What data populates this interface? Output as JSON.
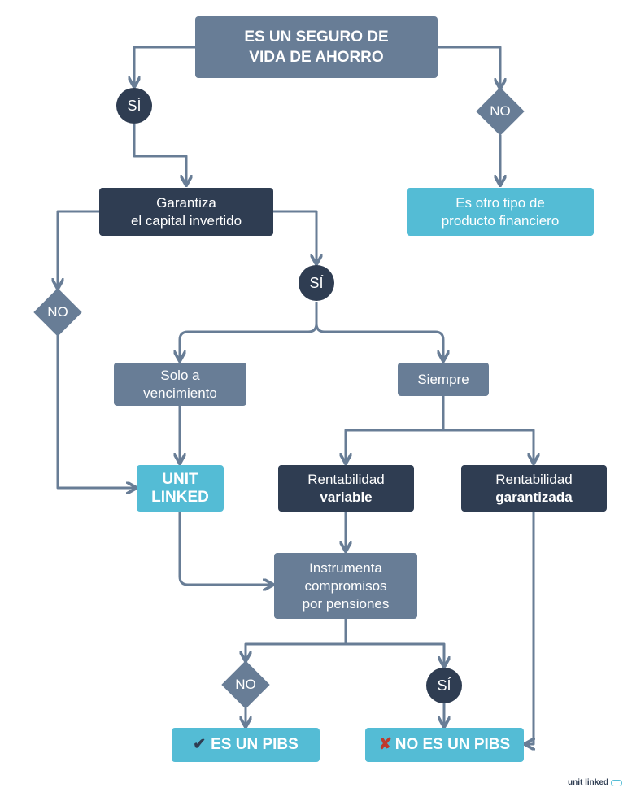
{
  "nodes": {
    "root": {
      "line1": "ES UN SEGURO DE",
      "line2": "VIDA DE AHORRO"
    },
    "si_1": "SÍ",
    "no_1": "NO",
    "otro": {
      "line1": "Es otro tipo de",
      "line2": "producto financiero"
    },
    "garantiza": {
      "line1": "Garantiza",
      "line2": "el capital invertido"
    },
    "si_2": "SÍ",
    "no_2": "NO",
    "solo": {
      "line1": "Solo a",
      "line2": "vencimiento"
    },
    "siempre": "Siempre",
    "unit": {
      "line1": "UNIT",
      "line2": "LINKED"
    },
    "rent_var": {
      "line1": "Rentabilidad",
      "line2": "variable"
    },
    "rent_gar": {
      "line1": "Rentabilidad",
      "line2": "garantizada"
    },
    "instrumenta": {
      "line1": "Instrumenta",
      "line2": "compromisos",
      "line3": "por pensiones"
    },
    "no_3": "NO",
    "si_3": "SÍ",
    "es_pibs": {
      "mark": "✔",
      "label": "ES UN PIBS"
    },
    "no_es_pibs": {
      "mark": "✘",
      "label": "NO ES UN PIBS"
    }
  },
  "watermark": "unit linked",
  "colors": {
    "navy": "#2f3d52",
    "steel": "#687d96",
    "cyan": "#54bcd5",
    "connector": "#687d96"
  }
}
